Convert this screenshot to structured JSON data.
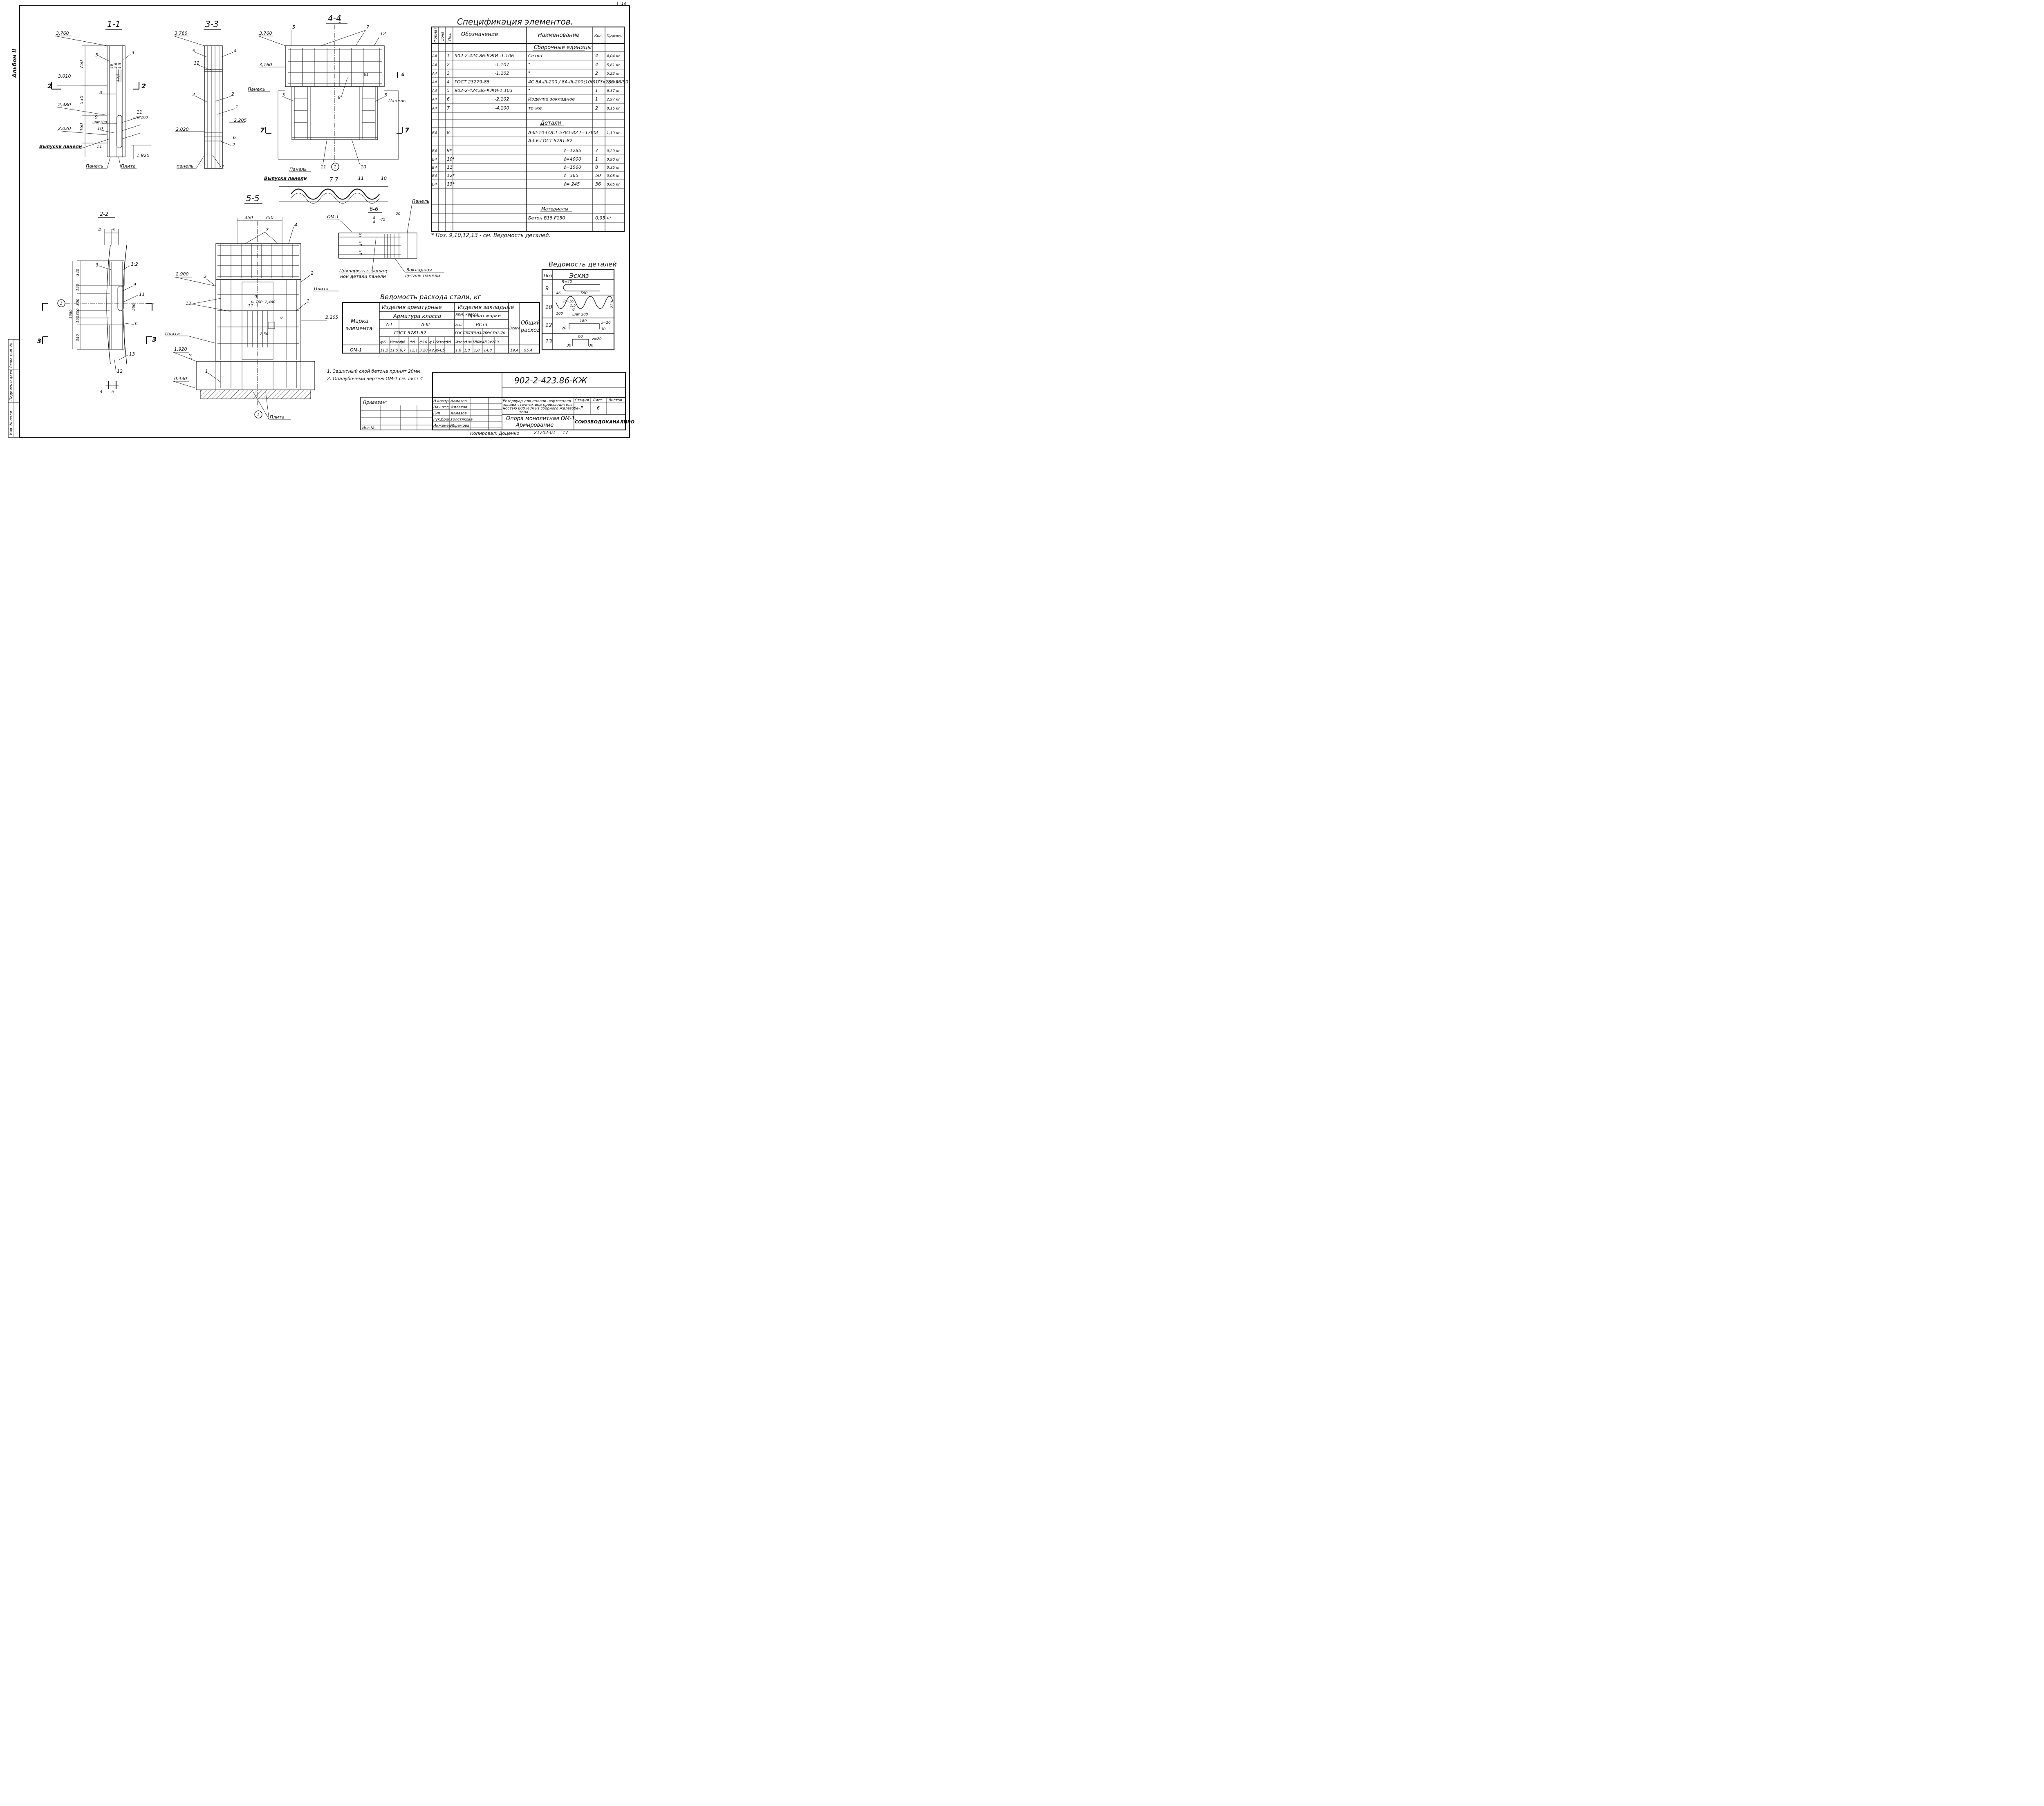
{
  "sheet": {
    "sheet_no_corner": "14",
    "album": "Альбом II",
    "side_stamps": [
      "Инв. № подл.",
      "Подпись и дата",
      "Взам. инв. №"
    ]
  },
  "sections": {
    "s11": {
      "title": "1-1",
      "levels": [
        "3,760",
        "3,010",
        "2,480",
        "2,020",
        "1,920"
      ],
      "dims": [
        "750",
        "530",
        "460"
      ],
      "small": [
        "46",
        "4,6",
        "1,5",
        "12,5"
      ],
      "labels": [
        "5",
        "4",
        "8",
        "9",
        "шаг100",
        "11",
        "шаг200",
        "10",
        "11",
        "2",
        "2"
      ],
      "notes": [
        "Выпуски панели",
        "Панель",
        "Плита"
      ]
    },
    "s33": {
      "title": "3-3",
      "levels": [
        "3,760",
        "2,020",
        "2,205"
      ],
      "labels": [
        "5",
        "4",
        "12",
        "3",
        "2",
        "1",
        "6",
        "2",
        "1"
      ],
      "notes": [
        "панель"
      ]
    },
    "s44": {
      "title": "4-4",
      "levels": [
        "3,760",
        "3,160"
      ],
      "labels": [
        "5",
        "7",
        "12",
        "1",
        "Б1",
        "б",
        "3",
        "3",
        "8",
        "7",
        "7",
        "11",
        "1",
        "10"
      ],
      "notes": [
        "Панель",
        "Панель",
        "Панель"
      ]
    },
    "s77": {
      "title": "7-7",
      "labels": [
        "11",
        "10"
      ],
      "note": "Выпуски панели"
    },
    "s55": {
      "title": "5-5",
      "dims": [
        "350",
        "350",
        "2,480",
        "2,50"
      ],
      "levels": [
        "2,900",
        "2,205",
        "1,920",
        "0,430"
      ],
      "labels": [
        "7",
        "4",
        "2",
        "2",
        "12",
        "9",
        "ш.100",
        "1",
        "1",
        "б",
        "13",
        "1",
        "11"
      ],
      "notes": [
        "Плита",
        "Плита",
        "Плита"
      ]
    },
    "s66": {
      "title": "6-6",
      "dims": [
        "4",
        "4",
        "-75",
        "20",
        "15",
        "45",
        "45"
      ],
      "labels": [
        "ОМ-1",
        "Панель"
      ],
      "note1": "Приварить к заклад-",
      "note1b": "ной детали панели",
      "note2": "Закладная",
      "note2b": "деталь панели"
    },
    "s22": {
      "title": "2-2",
      "dims": [
        "4",
        "5",
        "340",
        "150",
        "300",
        "300",
        "150",
        "340",
        "1580",
        "250"
      ],
      "labels": [
        "3",
        "1;2",
        "9",
        "11",
        "б",
        "13",
        "12",
        "1",
        "3",
        "3",
        "4",
        "5"
      ]
    }
  },
  "spec": {
    "title": "Спецификация элементов.",
    "headers": [
      "Формат",
      "Зона",
      "Поз.",
      "Обозначение",
      "Наименование",
      "Кол.",
      "Примеч."
    ],
    "groups": {
      "assemblies": "Сборочные единицы",
      "details": "Детали",
      "materials": "Материалы"
    },
    "rows": [
      {
        "fmt": "А4",
        "pos": "1",
        "code": "902-2-424.86-КЖИ -1.106",
        "name": "Сетка",
        "qty": "4",
        "note": "4,04 кг"
      },
      {
        "fmt": "А4",
        "pos": "2",
        "code": "-1.107",
        "name": "\"",
        "qty": "4",
        "note": "5,61 кг"
      },
      {
        "fmt": "А4",
        "pos": "3",
        "code": "-1.102",
        "name": "\"",
        "qty": "2",
        "note": "5,22 кг"
      },
      {
        "fmt": "А4",
        "pos": "4",
        "code": "ГОСТ 23279-85",
        "name": "4С 8А-III-200 / 8А-III-200(100) 73х136 30/50",
        "qty": "1",
        "note": "5,68 кг"
      },
      {
        "fmt": "А4",
        "pos": "5",
        "code": "902-2-424.86-КЖИ-1.103",
        "name": "\"",
        "qty": "1",
        "note": "6,37 кг"
      },
      {
        "fmt": "А4",
        "pos": "6",
        "code": "-2.102",
        "name": "Изделие закладное",
        "qty": "1",
        "note": "2,97 кг"
      },
      {
        "fmt": "А4",
        "pos": "7",
        "code": "-4.100",
        "name": "то же",
        "qty": "2",
        "note": "8,16 кг"
      },
      {
        "fmt": "Б4",
        "pos": "8",
        "code": "",
        "name": "А-III-10-ГОСТ 5781-82 ℓ=1780",
        "qty": "3",
        "note": "1,10 кг"
      },
      {
        "fmt": "",
        "pos": "",
        "code": "",
        "name": "А-I-6-ГОСТ 5781-82",
        "qty": "",
        "note": ""
      },
      {
        "fmt": "Б4",
        "pos": "9*",
        "code": "",
        "name": "ℓ=1285",
        "qty": "7",
        "note": "0,29 кг"
      },
      {
        "fmt": "Б4",
        "pos": "10*",
        "code": "",
        "name": "ℓ=4000",
        "qty": "1",
        "note": "0,90 кг"
      },
      {
        "fmt": "Б4",
        "pos": "11",
        "code": "",
        "name": "ℓ=1560",
        "qty": "8",
        "note": "0,35 кг"
      },
      {
        "fmt": "Б4",
        "pos": "12*",
        "code": "",
        "name": "ℓ=365",
        "qty": "50",
        "note": "0,08 кг"
      },
      {
        "fmt": "Б4",
        "pos": "13*",
        "code": "",
        "name": "ℓ= 245",
        "qty": "36",
        "note": "0,05 кг"
      },
      {
        "fmt": "",
        "pos": "",
        "code": "",
        "name": "Бетон В15  F150",
        "qty": "0,95",
        "note": "м³"
      }
    ],
    "footnote": "* Поз. 9,10,12,13 - см. Ведомость деталей."
  },
  "details_sheet": {
    "title": "Ведомость деталей",
    "headers": [
      "Поз.",
      "Эскиз"
    ],
    "rows": [
      {
        "pos": "9",
        "dims": [
          "R=40",
          "46",
          "580"
        ]
      },
      {
        "pos": "10",
        "dims": [
          "100",
          "R=16",
          "1,5",
          "8",
          "шаг 200",
          "220"
        ]
      },
      {
        "pos": "12",
        "dims": [
          "180",
          "z=20",
          "20",
          "30"
        ]
      },
      {
        "pos": "13",
        "dims": [
          "60",
          "z=20",
          "30",
          "30"
        ]
      }
    ]
  },
  "steel": {
    "title": "Ведомость расхода стали, кг",
    "h_mark": [
      "Марка",
      "элемента"
    ],
    "h_rebar": "Изделия арматурные",
    "h_class": "Арматура класса",
    "h_embed": "Изделия закладные",
    "h_arm": "Арм. класса",
    "h_prokat": "Прокат марки",
    "h_total": [
      "Общий",
      "расход"
    ],
    "h_all": "Всего",
    "c_AI": "А-I",
    "c_AIII": "А-III",
    "c_AIII2": "А-III",
    "c_vst": "ВСт3",
    "g_gost": "ГОСТ 5781-82",
    "g_gost2": "ГОСТ 5781-82",
    "g_g103": "ГОСТ103-76*",
    "g_g82": "ГОСТ82-70",
    "cols": [
      "ф6",
      "Итого",
      "ф6",
      "ф8",
      "ф10",
      "ф12",
      "Итого",
      "ф8",
      "Итого",
      "-10х150",
      "-10х45",
      "-12х280"
    ],
    "row": {
      "mark": "ОМ-1",
      "vals": [
        "11,5",
        "11,5",
        "6,7",
        "12,1",
        "3,20",
        "42,4",
        "64,5",
        "1,8",
        "1,8",
        "1,0",
        "14,8",
        "19,4",
        "95,4"
      ]
    }
  },
  "notes": [
    "1. Защитный слой бетона принят 20мм.",
    "2. Опалубочный чертеж ОМ-1 см. лист 4"
  ],
  "stamp": {
    "code": "902-2-423.86-КЖ",
    "linked": "Привязан:",
    "inv": "Инв.№",
    "roles": [
      "Н.контр.",
      "Нач.отд.",
      "Гип",
      "Рук.бриг.",
      "Инженер"
    ],
    "names": [
      "Алмазов",
      "Филатов",
      "Алмазов",
      "Толстякова",
      "Абрамова"
    ],
    "project": [
      "Резервуар для подачи нефтесодер-",
      "жащих сточных вод производитель-",
      "ностью 800 м³/ч из сборного железобе-",
      "тона"
    ],
    "stage_h": "Стадия",
    "sheet_h": "Лист",
    "sheets_h": "Листов",
    "stage": "Р",
    "sheet": "6",
    "title": [
      "Опора монолитная ОМ-1.",
      "Армирование"
    ],
    "org": "СОЮЗВОДОКАНАЛПРОЕКТ",
    "copied": "Копировал: Доценко",
    "order": "21702-01",
    "page": "17"
  }
}
